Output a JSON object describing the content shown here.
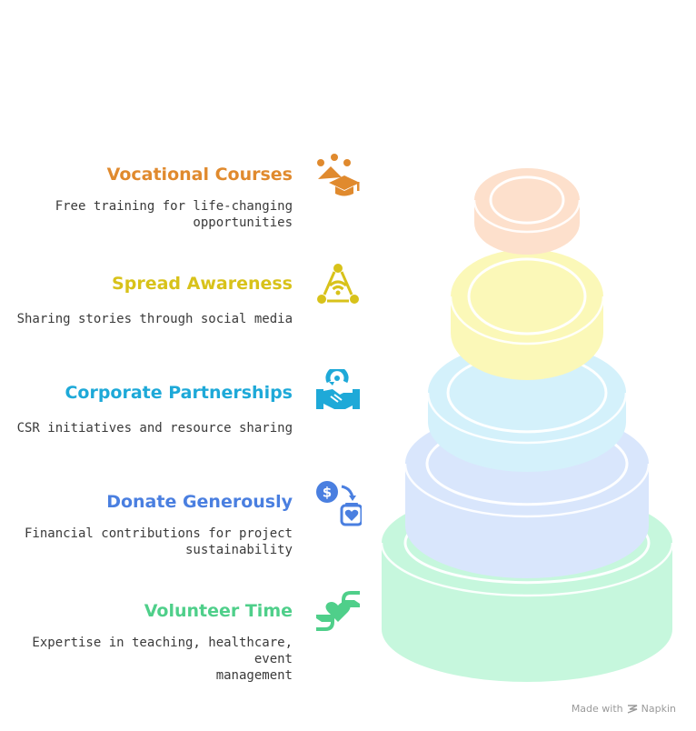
{
  "levels": [
    {
      "title": "Volunteer Time",
      "desc1": "Expertise in teaching, healthcare, event",
      "desc2": "management",
      "color": "#4fcf8a",
      "fill": "#c6f7dd",
      "icon": "hands-heart-icon"
    },
    {
      "title": "Donate Generously",
      "desc1": "Financial contributions for project",
      "desc2": "sustainability",
      "color": "#4a7fe0",
      "fill": "#d9e6fc",
      "icon": "donation-jar-icon"
    },
    {
      "title": "Corporate Partnerships",
      "desc1": "CSR initiatives and resource sharing",
      "desc2": "",
      "color": "#1ea9d8",
      "fill": "#d4f1fb",
      "icon": "handshake-icon"
    },
    {
      "title": "Spread Awareness",
      "desc1": "Sharing stories through social media",
      "desc2": "",
      "color": "#d8c21a",
      "fill": "#fbf8b8",
      "icon": "network-broadcast-icon"
    },
    {
      "title": "Vocational Courses",
      "desc1": "Free training for life-changing",
      "desc2": "opportunities",
      "color": "#e08a2e",
      "fill": "#fde0cc",
      "icon": "graduation-training-icon"
    }
  ],
  "watermark": {
    "prefix": "Made with",
    "brand": "Napkin"
  }
}
